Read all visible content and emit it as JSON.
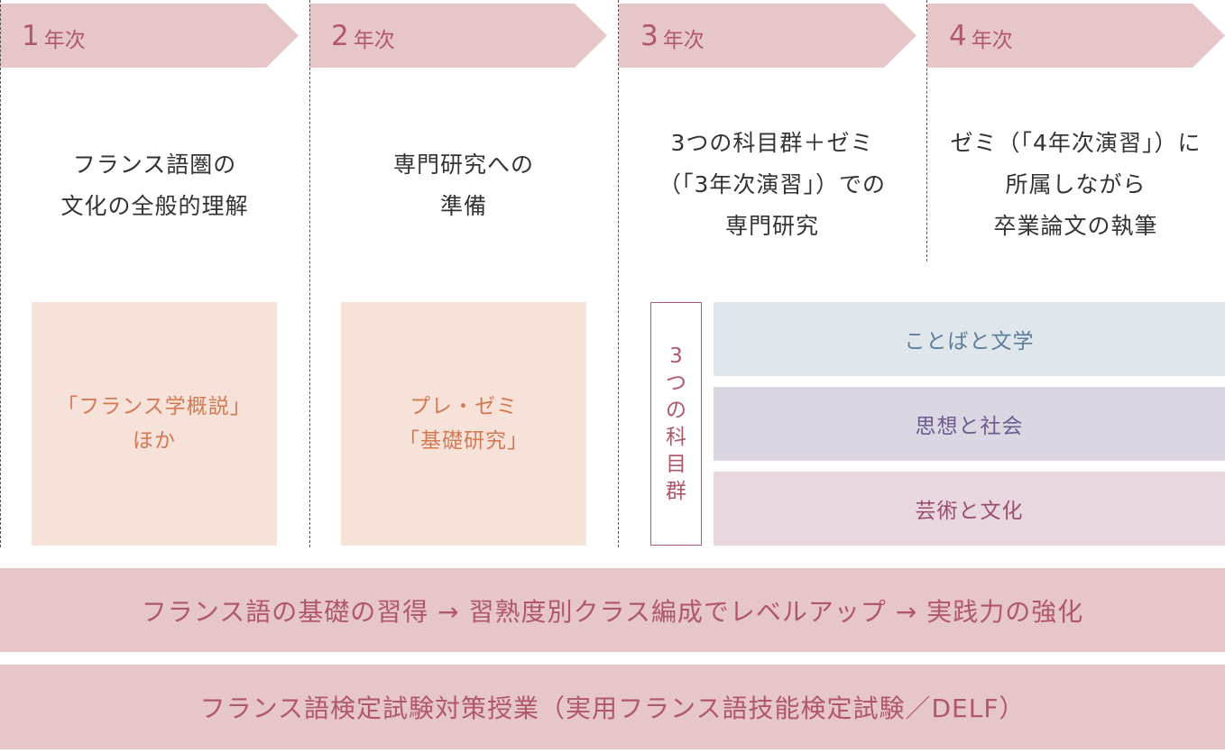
{
  "years": [
    {
      "num": "1",
      "unit": "年次"
    },
    {
      "num": "2",
      "unit": "年次"
    },
    {
      "num": "3",
      "unit": "年次"
    },
    {
      "num": "4",
      "unit": "年次"
    }
  ],
  "descriptions": [
    [
      "フランス語圏の",
      "文化の全般的理解"
    ],
    [
      "専門研究への",
      "準備"
    ],
    [
      "3つの科目群＋ゼミ",
      "（「3年次演習」）での",
      "専門研究"
    ],
    [
      "ゼミ（「4年次演習」）に",
      "所属しながら",
      "卒業論文の執筆"
    ]
  ],
  "course_boxes": [
    [
      "「フランス学概説」",
      "ほか"
    ],
    [
      "プレ・ゼミ",
      "「基礎研究」"
    ]
  ],
  "subject_group_label": [
    "3",
    "つ",
    "の",
    "科",
    "目",
    "群"
  ],
  "subject_groups": [
    {
      "label": "ことばと文学",
      "bg": "#dfe6ec",
      "color": "#5d7d9c"
    },
    {
      "label": "思想と社会",
      "bg": "#dcd6e2",
      "color": "#6d5a8f"
    },
    {
      "label": "芸術と文化",
      "bg": "#e8d7df",
      "color": "#9a4d6c"
    }
  ],
  "bands": [
    "フランス語の基礎の習得 → 習熟度別クラス編成でレベルアップ → 実践力の強化",
    "フランス語検定試験対策授業（実用フランス語技能検定試験／DELF）"
  ]
}
